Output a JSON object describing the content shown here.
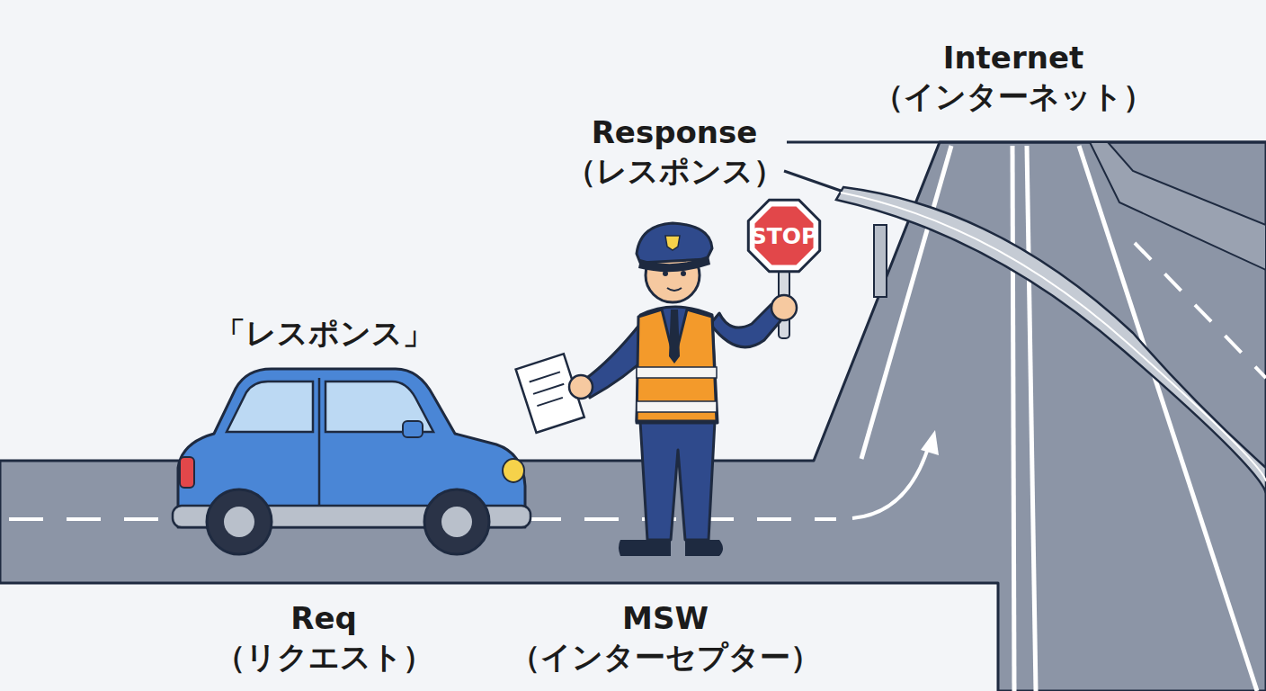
{
  "diagram": {
    "nodes": [
      {
        "text": [
          "STOP"
        ]
      }
    ],
    "labels": [
      "Internet （インターネット）",
      "Response （レスポンス）",
      "「レスポンス」",
      "Req （リクエスト）",
      "MSW （インターセプター）"
    ]
  }
}
